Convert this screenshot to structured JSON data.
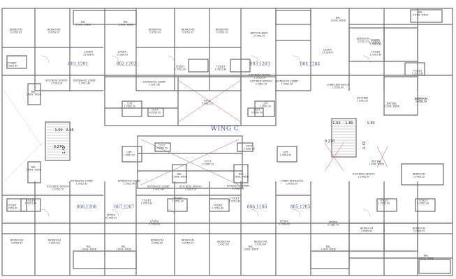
{
  "wing_title": "WING C",
  "units": [
    "801,1201",
    "802,1202",
    "803,1203",
    "804,1204",
    "808,1208",
    "807,1207",
    "806,1206",
    "805,1205"
  ],
  "dims": [
    "1.50",
    "2.16",
    "0.270",
    "1.42",
    "1.50",
    "1.80",
    "1.30",
    "0.270",
    "1.42"
  ],
  "labels": [
    {
      "n": "BEDROOM",
      "s": "3.05X3.65"
    },
    {
      "n": "BEDROOM",
      "s": "3.05X3.35"
    },
    {
      "n": "BAL",
      "s": "1.35M. WIDE"
    },
    {
      "n": "BAL",
      "s": "1.35M. WIDE"
    },
    {
      "n": "BEDROOM",
      "s": "3.05X3.65"
    },
    {
      "n": "BEDROOM",
      "s": "3.05X3.35"
    },
    {
      "n": "BEDROOM",
      "s": "3.05X3.35"
    },
    {
      "n": "REFUGE AREA",
      "s": "3.15X6.18"
    },
    {
      "n": "BAL",
      "s": "1.60M. WIDE"
    },
    {
      "n": "BEDROOM",
      "s": "3.05X3.65"
    },
    {
      "n": "BAL",
      "s": "0.87M. WIDE"
    },
    {
      "n": "BEDROOM",
      "s": "3.05X3.95"
    },
    {
      "n": "TOILET",
      "s": "1.95X1.40"
    },
    {
      "n": "LIVING",
      "s": "3.15X4.05"
    },
    {
      "n": "LIVING",
      "s": "3.15X4.05"
    },
    {
      "n": "TOILET",
      "s": "1.95X1.40"
    },
    {
      "n": "TOILET",
      "s": "1.95X1.40"
    },
    {
      "n": "LIVING",
      "s": "3.15X4.00"
    },
    {
      "n": "TOILET",
      "s": "1.95X1.45"
    },
    {
      "n": "TOILET",
      "s": "1.95X1.45"
    },
    {
      "n": "TOILET",
      "s": "1.95X1.40"
    },
    {
      "n": "TOILET",
      "s": "1.95X1.40"
    },
    {
      "n": "KITCHEN/ DINING",
      "s": "2.55X3.28"
    },
    {
      "n": "ENTRANCE LOBBY",
      "s": "1.90X1.40"
    },
    {
      "n": "ENTRANCE LOBBY",
      "s": "1.90X1.40"
    },
    {
      "n": "KITCHEN/ DINING",
      "s": "2.55X3.28"
    },
    {
      "n": "KITCHEN/ DINING",
      "s": "2.55X3.28"
    },
    {
      "n": "ENTRANCE LOBBY",
      "s": "1.90X1.48"
    },
    {
      "n": "LOBBY ENTRANCE",
      "s": "2.83X1.60"
    },
    {
      "n": "BEDROOM",
      "s": "3.05X3.95"
    },
    {
      "n": "BAL",
      "s": "1.48M. WIDE"
    },
    {
      "n": "LIFT",
      "s": "1.90X2.30"
    },
    {
      "n": "DUCT",
      "s": "5.00X3.25"
    },
    {
      "n": "LIFT",
      "s": "1.90X2.30"
    },
    {
      "n": "KITCHEN",
      "s": "3.10X2.55"
    },
    {
      "n": "DRY BAL",
      "s": "1.35M. WIDE"
    },
    {
      "n": "DUCT",
      "s": "0.85X0.90"
    },
    {
      "n": "DUCT",
      "s": "0.85X0.90"
    },
    {
      "n": "LIFT",
      "s": "1.90X1.90"
    },
    {
      "n": "DUCT",
      "s": "0.85X0.90"
    },
    {
      "n": "DUCT",
      "s": "5.00X3.25"
    },
    {
      "n": "DUCT",
      "s": "0.85X0.90"
    },
    {
      "n": "LIFT",
      "s": "1.90X1.90"
    },
    {
      "n": "DRY BAL",
      "s": "1.35M. WIDE"
    },
    {
      "n": "BAL",
      "s": "1.48M. WIDE"
    },
    {
      "n": "BAL",
      "s": "1.48M. WIDE"
    },
    {
      "n": "BAL",
      "s": "1.48M. WIDE"
    },
    {
      "n": "KITCHEN/ DINING",
      "s": "2.55X3.30"
    },
    {
      "n": "BEDROOM",
      "s": "3.05X3.95"
    },
    {
      "n": "ENTRANCE LOBBY",
      "s": "1.90X1.43"
    },
    {
      "n": "KITCHEN/ DINING",
      "s": "2.55X3.28"
    },
    {
      "n": "ENTRANCE LOBBY",
      "s": "1.90X1.40"
    },
    {
      "n": "ENTRANCE LOBBY",
      "s": "1.90X1.40"
    },
    {
      "n": "KITCHEN/ DINING",
      "s": "2.55X3.28"
    },
    {
      "n": "ENTRANCE LOBBY",
      "s": "1.90X1.73"
    },
    {
      "n": "LOBBY ENTRANCE",
      "s": "2.89X1.60"
    },
    {
      "n": "TOILET",
      "s": "1.95X1.45"
    },
    {
      "n": "TOILET",
      "s": "1.95X1.40"
    },
    {
      "n": "TOILET",
      "s": "1.95X1.45"
    },
    {
      "n": "TOILET",
      "s": "1.95X1.40"
    },
    {
      "n": "TOILET",
      "s": "1.95X1.40"
    },
    {
      "n": "TOILET",
      "s": "1.95X1.40"
    },
    {
      "n": "TOILET",
      "s": "1.95X1.45"
    },
    {
      "n": "TOILET",
      "s": "1.95X1.45"
    },
    {
      "n": "LIVING",
      "s": "3.15X4.00"
    },
    {
      "n": "LIVING",
      "s": "3.15X4.00"
    },
    {
      "n": "LIVING",
      "s": "3.15X4.00"
    },
    {
      "n": "LIVING",
      "s": "3.15X5.20"
    },
    {
      "n": "BEDROOM",
      "s": "3.05X3.95"
    },
    {
      "n": "BEDROOM",
      "s": "3.05X3.65"
    },
    {
      "n": "BEDROOM",
      "s": "3.05X3.65"
    },
    {
      "n": "BEDROOM",
      "s": "3.05X3.65"
    },
    {
      "n": "BEDROOM",
      "s": "3.05X3.65"
    },
    {
      "n": "BEDROOM",
      "s": "3.05X3.65"
    },
    {
      "n": "BEDROOM",
      "s": "3.05X3.65"
    },
    {
      "n": "BEDROOM",
      "s": "3.05X3.95"
    },
    {
      "n": "BAL",
      "s": "1.60M. WIDE"
    },
    {
      "n": "BAL",
      "s": "1.60M. WIDE"
    },
    {
      "n": "BAL",
      "s": "1.60M. WIDE"
    },
    {
      "n": "BAL",
      "s": "1.60M. WIDE"
    },
    {
      "n": "BAL",
      "s": "0.87M. WIDE"
    }
  ]
}
